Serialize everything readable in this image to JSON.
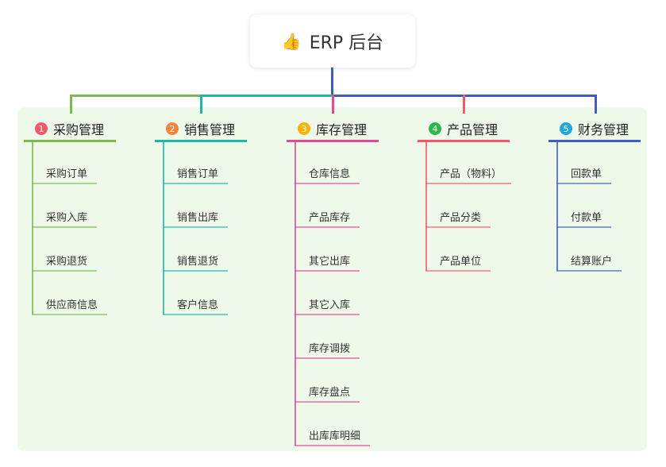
{
  "root": {
    "icon": "thumbs-up-icon",
    "title": "ERP 后台",
    "color": "#3f5bc4"
  },
  "panel_color": "#eff9ea",
  "branches": [
    {
      "number": "1",
      "title": "采购管理",
      "color": "#7cba4f",
      "badge_color": "#f5566a",
      "items": [
        "采购订单",
        "采购入库",
        "采购退货",
        "供应商信息"
      ]
    },
    {
      "number": "2",
      "title": "销售管理",
      "color": "#1fb5a8",
      "badge_color": "#f5843a",
      "items": [
        "销售订单",
        "销售出库",
        "销售退货",
        "客户信息"
      ]
    },
    {
      "number": "3",
      "title": "库存管理",
      "color": "#e04a96",
      "badge_color": "#f5b400",
      "items": [
        "仓库信息",
        "产品库存",
        "其它出库",
        "其它入库",
        "库存调拨",
        "库存盘点",
        "出库库明细"
      ]
    },
    {
      "number": "4",
      "title": "产品管理",
      "color": "#f5566a",
      "badge_color": "#2cb84d",
      "items": [
        "产品（物料）",
        "产品分类",
        "产品单位"
      ]
    },
    {
      "number": "5",
      "title": "财务管理",
      "color": "#3f5bc4",
      "badge_color": "#1fa9e0",
      "items": [
        "回款单",
        "付款单",
        "结算账户"
      ]
    }
  ]
}
